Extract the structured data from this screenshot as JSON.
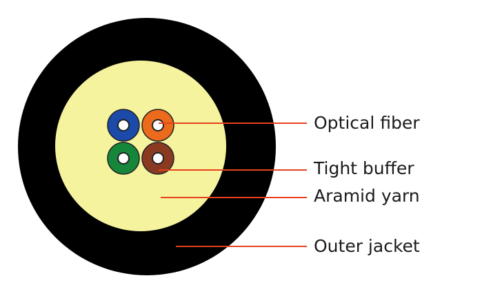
{
  "labels": {
    "optical_fiber": "Optical fiber",
    "tight_buffer": "Tight buffer",
    "aramid_yarn": "Aramid yarn",
    "outer_jacket": "Outer jacket"
  },
  "colors": {
    "jacket": "#000000",
    "yarn": "#f6f39f",
    "fiber_blue": "#1b4aa8",
    "fiber_orange": "#ec6a1c",
    "fiber_green": "#16863a",
    "fiber_brown": "#8b3a22",
    "leader": "#e8401c"
  }
}
